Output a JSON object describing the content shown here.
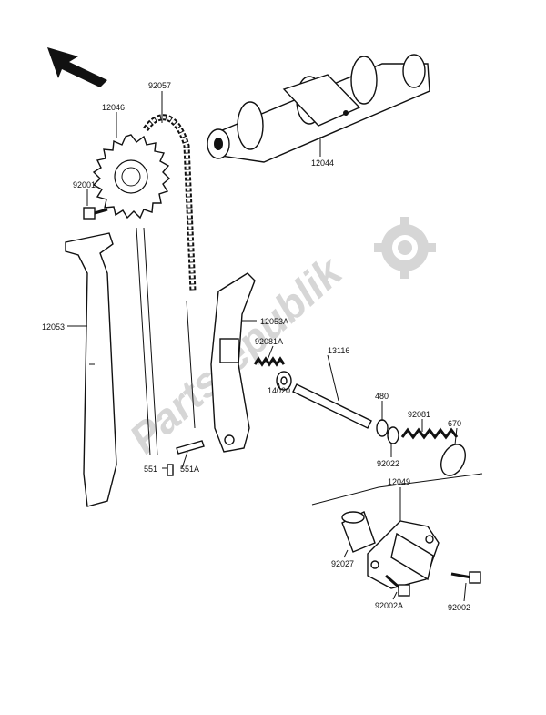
{
  "watermark": {
    "text": "Partsrepublik",
    "icon": "gear-icon"
  },
  "direction_arrow": {
    "icon": "front-arrow-icon"
  },
  "parts": {
    "p92057": "92057",
    "p12046": "12046",
    "p12044": "12044",
    "p92001": "92001",
    "p12053": "12053",
    "p12053A": "12053A",
    "p92081A": "92081A",
    "p13116": "13116",
    "p14020": "14020",
    "p480": "480",
    "p92081": "92081",
    "p670": "670",
    "p92022": "92022",
    "p551": "551",
    "p551A": "551A",
    "p12049": "12049",
    "p92027": "92027",
    "p92002A": "92002A",
    "p92002": "92002"
  }
}
